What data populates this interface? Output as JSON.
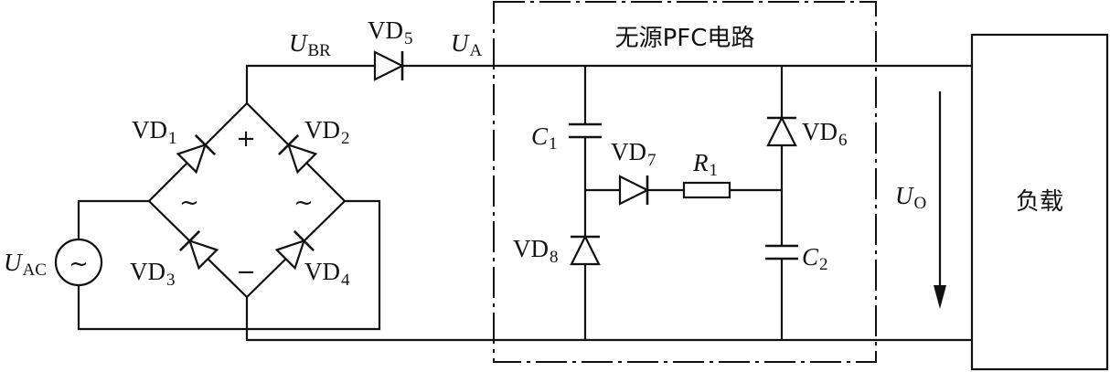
{
  "labels": {
    "u_br": {
      "main": "U",
      "sub": "BR"
    },
    "u_a": {
      "main": "U",
      "sub": "A"
    },
    "u_ac": {
      "main": "U",
      "sub": "AC"
    },
    "u_o": {
      "main": "U",
      "sub": "O"
    },
    "vd1": {
      "main": "VD",
      "sub": "1"
    },
    "vd2": {
      "main": "VD",
      "sub": "2"
    },
    "vd3": {
      "main": "VD",
      "sub": "3"
    },
    "vd4": {
      "main": "VD",
      "sub": "4"
    },
    "vd5": {
      "main": "VD",
      "sub": "5"
    },
    "vd6": {
      "main": "VD",
      "sub": "6"
    },
    "vd7": {
      "main": "VD",
      "sub": "7"
    },
    "vd8": {
      "main": "VD",
      "sub": "8"
    },
    "c1": {
      "main": "C",
      "sub": "1"
    },
    "c2": {
      "main": "C",
      "sub": "2"
    },
    "r1": {
      "main": "R",
      "sub": "1"
    },
    "pfc_title": "无源PFC电路",
    "load": "负载",
    "plus": "+",
    "minus": "−",
    "tilde": "~",
    "ac_source": "~"
  }
}
